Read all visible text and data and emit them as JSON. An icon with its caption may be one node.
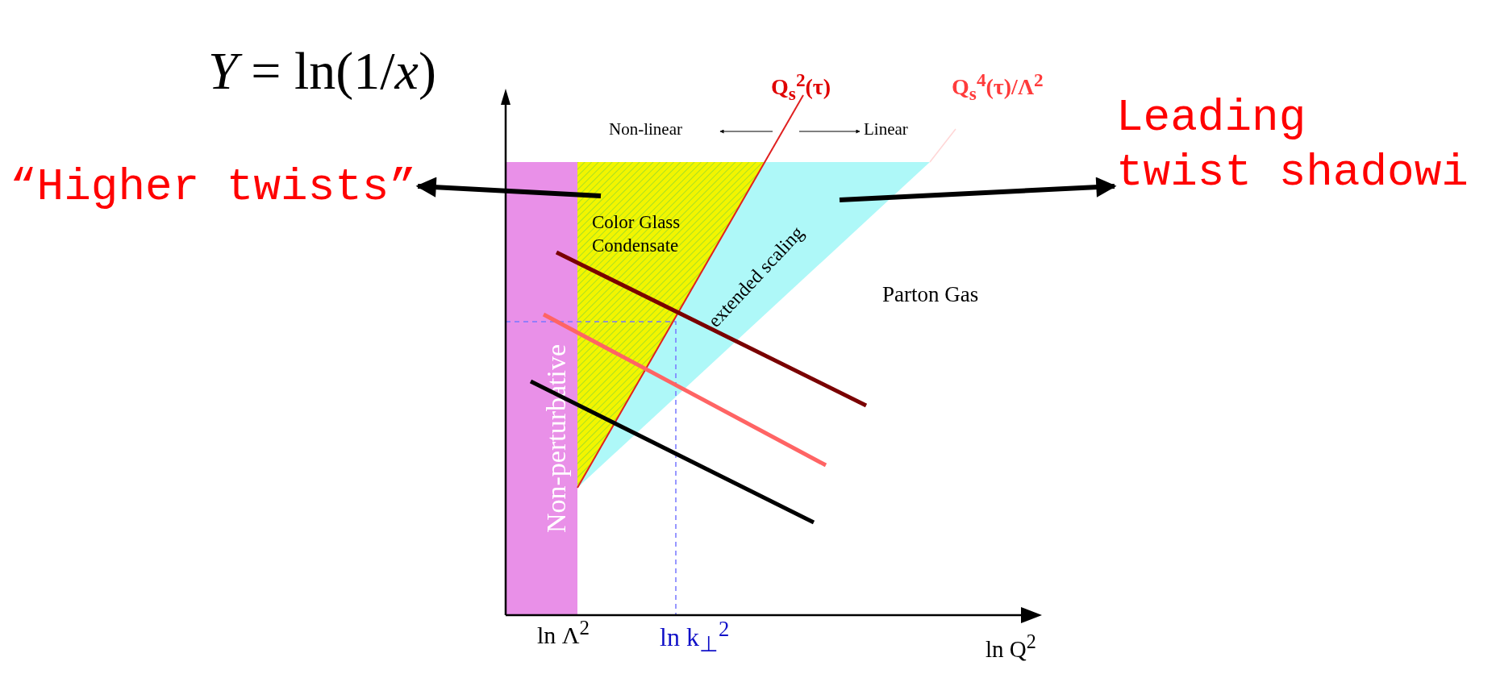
{
  "diagram": {
    "nodes": [
      {
        "text": [
          "“Higher twists”"
        ]
      },
      {
        "text": [
          "Leading",
          "twist shadowi"
        ]
      },
      {
        "text": [
          "Non-perturbative"
        ]
      },
      {
        "text": [
          "Color Glass Condensate"
        ]
      },
      {
        "text": [
          "extended scaling"
        ]
      }
    ],
    "edges": [
      {
        "from": 3,
        "to": 0,
        "arrow": "to"
      },
      {
        "from": 4,
        "to": 1,
        "arrow": "to"
      }
    ],
    "labels": [
      "*Y* = ln(1/*x*)",
      "Non-linear",
      "Linear",
      "Q$_{s}$$^{2}$(τ)",
      "Q$_{s}$$^{4}$(τ)/Λ$^{2}$",
      "Parton Gas",
      "ln Λ$^{2}$",
      "ln k$_{⊥}$$^{2}$",
      "ln Q$^{2}$"
    ]
  }
}
